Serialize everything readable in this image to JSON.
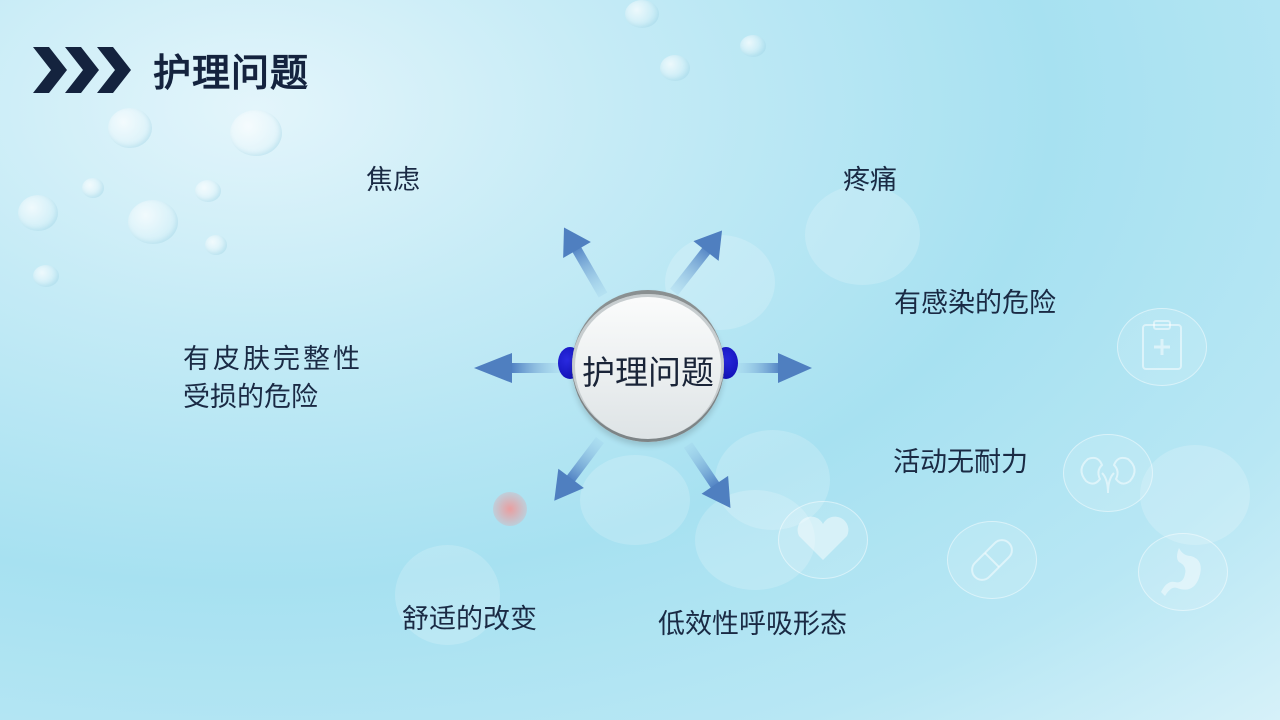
{
  "header": {
    "title": "护理问题",
    "icon": "triple-chevron-icon"
  },
  "hub": {
    "label": "护理问题"
  },
  "problems": [
    {
      "label": "焦虑",
      "position": "top-left"
    },
    {
      "label": "疼痛",
      "position": "top-right"
    },
    {
      "label": "有感染的危险",
      "position": "right-upper"
    },
    {
      "label": "有皮肤完整性",
      "label_line2": "受损的危险",
      "position": "left"
    },
    {
      "label": "活动无耐力",
      "position": "right-lower"
    },
    {
      "label": "舒适的改变",
      "position": "bottom-left"
    },
    {
      "label": "低效性呼吸形态",
      "position": "bottom-right"
    }
  ],
  "decorations": [
    "clipboard-medical-icon",
    "kidneys-icon",
    "heart-icon",
    "pill-icon",
    "stomach-icon"
  ],
  "colors": {
    "title": "#14233e",
    "arrow": "#4f7fc0",
    "hub_ear": "#1414c8"
  }
}
